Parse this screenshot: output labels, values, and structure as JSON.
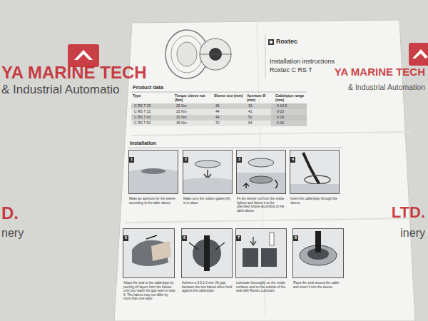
{
  "diagram": {
    "nodes": [
      {
        "text": [
          "1",
          "Make an aperture for the sleeve according to the table above."
        ]
      },
      {
        "text": [
          "2",
          "Make sure the rubber gasket (A) is in place."
        ]
      },
      {
        "text": [
          "3",
          "Fit the sleeve nut from the inside, tighten and fasten it to the specified torque according to the table above."
        ]
      },
      {
        "text": [
          "4",
          "Insert the cable/pipe through the sleeve."
        ]
      },
      {
        "text": [
          "5",
          "Adapt the seal to the cable/pipe by peeling off layers from the halves until you reach the gap seen in step 6. The halves may not differ by more than one layer."
        ]
      },
      {
        "text": [
          "6",
          "Achieve a 0.5-1.0 mm (A) gap between the two halves when held against the cable/pipe."
        ]
      },
      {
        "text": [
          "7",
          "Lubricate thoroughly on the inside surfaces and on the outside of the seal with Roxtec Lubricant."
        ]
      },
      {
        "text": [
          "8",
          "Place the seal around the cable and insert it into the sleeve."
        ]
      }
    ],
    "labels": [
      "YA MARINE TECH",
      "& Industrial Automatio",
      "YA MARINE TECH",
      "& Industrial Automation",
      "D.",
      "nery",
      "LTD.",
      "inery",
      "Roxtec",
      "Installation instructions",
      "Roxtec C RS T",
      "Product data",
      "Type",
      "Torque sleeve nut (Nm)",
      "Sleeve size (mm)",
      "Aperture Ø (mm)",
      "Cable/pipe range (mm)",
      "C RS T 25",
      "25 Nm",
      "36",
      "32",
      "0-14.5",
      "C RS T 32",
      "25 Nm",
      "44",
      "41",
      "0-20",
      "C RS T 40",
      "30 Nm",
      "44",
      "52",
      "0-24",
      "C RS T 50",
      "35 Nm",
      "70",
      "64",
      "0-34",
      "Installation"
    ]
  }
}
